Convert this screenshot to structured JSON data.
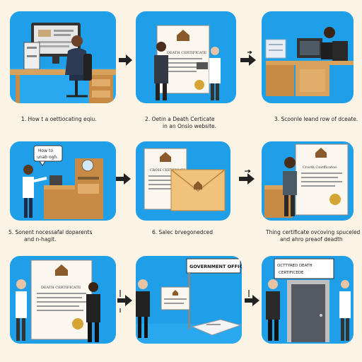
{
  "captions": {
    "step1": "1. How t a oettiocating eqiu.",
    "step2_line1": "2. Oetin a Death Certicate",
    "step2_line2": "in an Onsio website.",
    "step3": "3. Scoonle leand row of dceate.",
    "step5_line1": "5. Sonent nocessafal doparents",
    "step5_line2": "and n-hagit.",
    "step6": "6. Salec brvegonedced",
    "step7_line1": "Thing certificate ovcoving spuceled",
    "step7_line2": "and ahro preaof deadth"
  },
  "bubble": {
    "line1": "How to",
    "line2": "unab ogh."
  },
  "certificates": {
    "panel2_title": "DEATH CERTIFICATE",
    "panel5_title": "CROSS CERTIFICATE",
    "panel7_title": "Crorth Ceirfficatoe"
  },
  "signs": {
    "government_office": "GOVERNMENT OFFICE",
    "door_sign_line1": "OCTTYAED DEATH",
    "door_sign_line2": "CERTIFICEDE"
  },
  "colors": {
    "panel_blue": "#1e9fe8",
    "background": "#fbf3e4",
    "desk": "#d9a25c",
    "envelope": "#f1c27b"
  }
}
